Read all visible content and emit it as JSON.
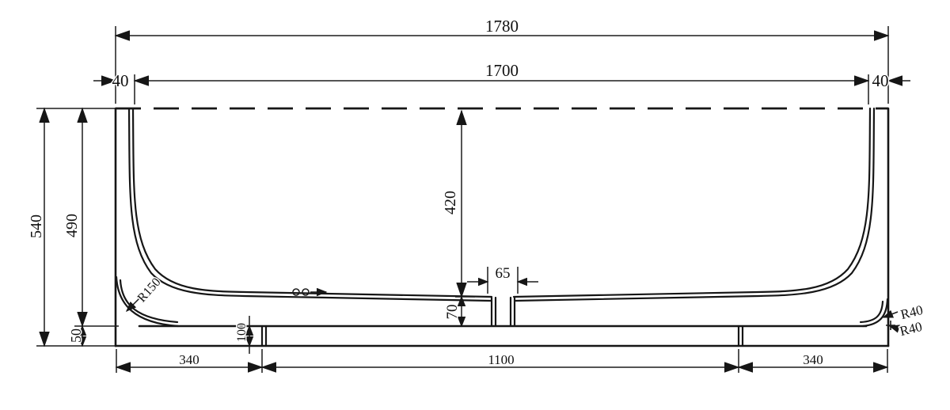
{
  "drawing": {
    "type": "technical-dimension-drawing",
    "subject": "bathtub side elevation",
    "line_color": "#161616",
    "background_color": "#ffffff",
    "labels": {
      "overall_length": "1780",
      "rim_length": "1700",
      "edge_left": "40",
      "edge_right": "40",
      "total_height": "540",
      "body_height": "490",
      "skirt_height": "50",
      "interior_depth": "420",
      "bottom_thickness": "70",
      "drain_width": "65",
      "foot_height": "100",
      "base_left": "340",
      "base_span": "1100",
      "base_right": "340",
      "radius_left": "R150",
      "radius_right_outer": "R40",
      "radius_right_inner": "R40"
    }
  }
}
